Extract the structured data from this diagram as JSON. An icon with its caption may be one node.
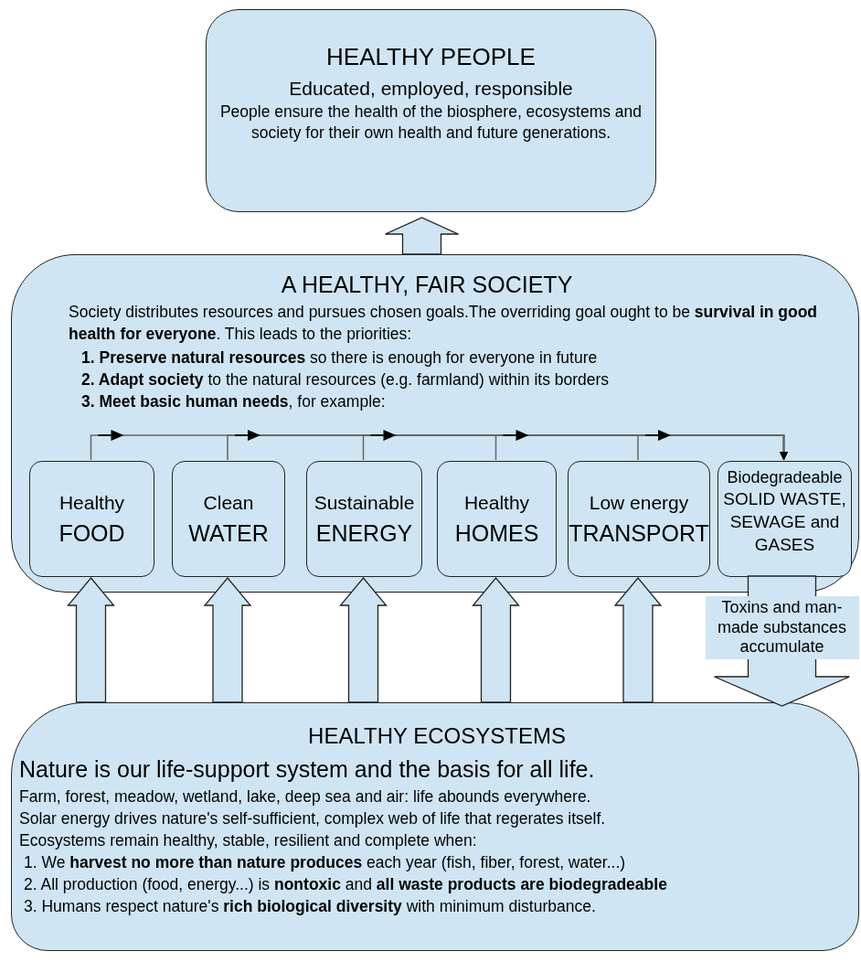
{
  "diagram": {
    "nodes": [
      {
        "text": [
          "HEALTHY PEOPLE",
          "Educated, employed, responsible",
          "People ensure the health of the biosphere, ecosystems and society for their own health and future generations."
        ]
      },
      {
        "text": [
          "A HEALTHY, FAIR SOCIETY",
          "Society distributes resources and pursues chosen goals.The overriding goal ought to be **survival in good health for everyone**. This leads to the priorities:",
          "**1. Preserve natural resources** so there is enough for everyone in future",
          "**2. Adapt society** to the natural resources (e.g. farmland) within its borders",
          "**3. Meet basic human needs**, for example:"
        ]
      },
      {
        "text": [
          "Healthy",
          "FOOD"
        ],
        "in": 1
      },
      {
        "text": [
          "Clean",
          "WATER"
        ],
        "in": 1
      },
      {
        "text": [
          "Sustainable",
          "ENERGY"
        ],
        "in": 1
      },
      {
        "text": [
          "Healthy",
          "HOMES"
        ],
        "in": 1
      },
      {
        "text": [
          "Low energy",
          "TRANSPORT"
        ],
        "in": 1
      },
      {
        "text": [
          "Biodegradeable",
          "SOLID WASTE, SEWAGE and GASES"
        ],
        "in": 1
      },
      {
        "text": [
          "HEALTHY ECOSYSTEMS",
          "Nature is our life-support system and the basis for all life.",
          "Farm, forest, meadow, wetland, lake, deep sea and air: life abounds everywhere.",
          "Solar energy drives nature's self-sufficient, complex web of life that regerates itself.",
          "Ecosystems remain healthy, stable, resilient and complete when:",
          "1. We **harvest no more than nature produces** each year (fish, fiber, forest, water...)",
          "2. All production (food, energy...) is **nontoxic** and **all waste products are biodegradeable**",
          "3. Humans respect nature's **rich biological diversity** with minimum disturbance."
        ]
      }
    ],
    "edges": [
      {
        "from": 1,
        "to": 0,
        "arrow": "to",
        "style": "thick"
      },
      {
        "from": 8,
        "to": 2,
        "arrow": "to",
        "style": "thick"
      },
      {
        "from": 8,
        "to": 3,
        "arrow": "to",
        "style": "thick"
      },
      {
        "from": 8,
        "to": 4,
        "arrow": "to",
        "style": "thick"
      },
      {
        "from": 8,
        "to": 5,
        "arrow": "to",
        "style": "thick"
      },
      {
        "from": 8,
        "to": 6,
        "arrow": "to",
        "style": "thick"
      },
      {
        "from": 7,
        "to": 8,
        "arrow": "to",
        "style": "thick",
        "label": "Toxins and man-made substances accumulate"
      },
      {
        "from": 2,
        "to": 7,
        "arrow": "to"
      },
      {
        "from": 3,
        "to": 7,
        "arrow": "to"
      },
      {
        "from": 4,
        "to": 7,
        "arrow": "to"
      },
      {
        "from": 5,
        "to": 7,
        "arrow": "to"
      },
      {
        "from": 6,
        "to": 7,
        "arrow": "to"
      }
    ]
  }
}
